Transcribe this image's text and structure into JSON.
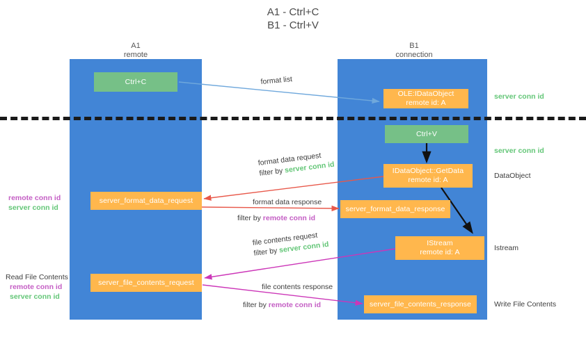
{
  "title": {
    "line1": "A1 - Ctrl+C",
    "line2": "B1 - Ctrl+V"
  },
  "columns": [
    {
      "name": "A1",
      "sub": "remote"
    },
    {
      "name": "B1",
      "sub": "connection"
    }
  ],
  "colors": {
    "lane": "#4285d6",
    "green_box": "#76c087",
    "orange_box": "#ffb74d",
    "remote_conn_id": "#c45ec4",
    "server_conn_id": "#63c677",
    "red_arrow": "#e8584a",
    "magenta_arrow": "#cc36b8",
    "blue_arrow": "#6fa8dc",
    "dark_arrow": "#111111",
    "separator": "#1a1a1a"
  },
  "boxes": {
    "ctrl_c": {
      "line1": "Ctrl+C",
      "line2": ""
    },
    "idataobject": {
      "line1": "OLE:IDataObject",
      "line2": "remote id: A"
    },
    "ctrl_v": {
      "line1": "Ctrl+V",
      "line2": ""
    },
    "getdata": {
      "line1": "IDataObject::GetData",
      "line2": "remote id: A"
    },
    "istream": {
      "line1": "IStream",
      "line2": "remote id: A"
    },
    "fmt_data_request": {
      "line1": "server_format_data_request",
      "line2": ""
    },
    "fmt_data_response": {
      "line1": "server_format_data_response",
      "line2": ""
    },
    "file_req": {
      "line1": "server_file_contents_request",
      "line2": ""
    },
    "file_resp": {
      "line1": "server_file_contents_response",
      "line2": ""
    }
  },
  "arrow_labels": {
    "format_list": {
      "text": "format list"
    },
    "format_data_request": {
      "text": "format data request",
      "filter_prefix": "filter by ",
      "filter_key": "server conn id"
    },
    "format_data_response": {
      "text": "format data response",
      "filter_prefix": "filter by ",
      "filter_key": "remote conn id"
    },
    "file_contents_request": {
      "text": "file contents request",
      "filter_prefix": "filter by ",
      "filter_key": "server conn id"
    },
    "file_contents_response": {
      "text": "file contents response",
      "filter_prefix": "filter by ",
      "filter_key": "remote conn id"
    }
  },
  "side_notes": {
    "left_format": {
      "remote": "remote conn id",
      "server": "server conn id"
    },
    "left_file": {
      "heading": "Read File Contents",
      "remote": "remote conn id",
      "server": "server conn id"
    }
  },
  "right_labels": {
    "server_conn_id_top": "server conn id",
    "server_conn_id_second": "server conn id",
    "dataobject": "DataObject",
    "istream": "Istream",
    "write_file_contents": "Write File Contents"
  }
}
